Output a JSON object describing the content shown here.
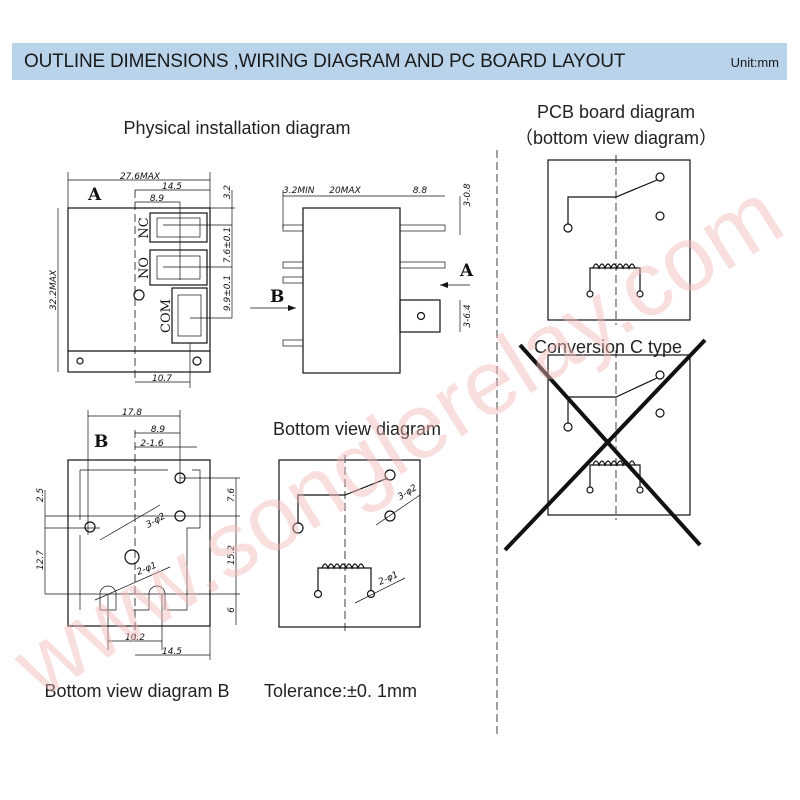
{
  "header": {
    "title": "OUTLINE DIMENSIONS ,WIRING DIAGRAM AND PC BOARD LAYOUT",
    "unit": "Unit:mm"
  },
  "sections": {
    "physical": "Physical installation diagram",
    "bottom_view": "Bottom view diagram",
    "bottom_view_b": "Bottom view diagram B",
    "tolerance": "Tolerance:±0. 1mm",
    "pcb_title": "PCB board diagram",
    "pcb_subtitle": "（bottom view diagram）",
    "conversion": "Conversion C type"
  },
  "front_view": {
    "label": "A",
    "pins": [
      "NC",
      "NO",
      "COM"
    ],
    "dims": {
      "width": "27.6MAX",
      "d1": "14.5",
      "d2": "8.9",
      "height": "32.2MAX",
      "r1": "3.2",
      "r2": "7.6±0.1",
      "r3": "9.9±0.1",
      "bottom": "10.7"
    }
  },
  "side_view": {
    "arrow_a": "A",
    "arrow_b": "B",
    "dims": {
      "min": "3.2MIN",
      "body": "20MAX",
      "pin": "8.8",
      "t1": "3-0.8",
      "t2": "3-6.4"
    }
  },
  "bottom_b": {
    "label": "B",
    "dims": {
      "w": "17.8",
      "c": "8.9",
      "slot": "2-1.6",
      "l1": "2.5",
      "l2": "12.7",
      "r1": "7.6",
      "r2": "15.2",
      "r3": "6",
      "b1": "10.2",
      "b2": "14.5",
      "h1": "3-φ2",
      "h2": "2-φ1"
    }
  },
  "bottom_view_dims": {
    "h1": "3-φ2",
    "h2": "2-φ1"
  },
  "watermark": "www.songlerelay.com"
}
